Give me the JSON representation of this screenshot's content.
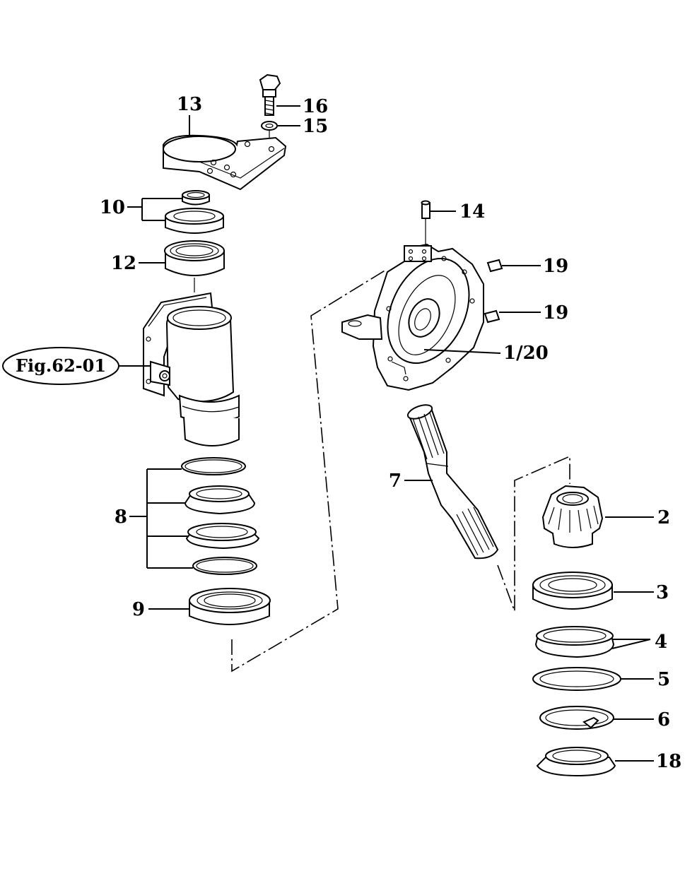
{
  "reference": {
    "label": "Fig.62-01"
  },
  "callouts": [
    {
      "id": "c13",
      "text": "13"
    },
    {
      "id": "c16",
      "text": "16"
    },
    {
      "id": "c15",
      "text": "15"
    },
    {
      "id": "c10",
      "text": "10"
    },
    {
      "id": "c12",
      "text": "12"
    },
    {
      "id": "c14",
      "text": "14"
    },
    {
      "id": "c19a",
      "text": "19"
    },
    {
      "id": "c19b",
      "text": "19"
    },
    {
      "id": "c120",
      "text": "1/20"
    },
    {
      "id": "c7",
      "text": "7"
    },
    {
      "id": "c2",
      "text": "2"
    },
    {
      "id": "c8",
      "text": "8"
    },
    {
      "id": "c3",
      "text": "3"
    },
    {
      "id": "c9",
      "text": "9"
    },
    {
      "id": "c4",
      "text": "4"
    },
    {
      "id": "c5",
      "text": "5"
    },
    {
      "id": "c6",
      "text": "6"
    },
    {
      "id": "c18",
      "text": "18"
    }
  ]
}
